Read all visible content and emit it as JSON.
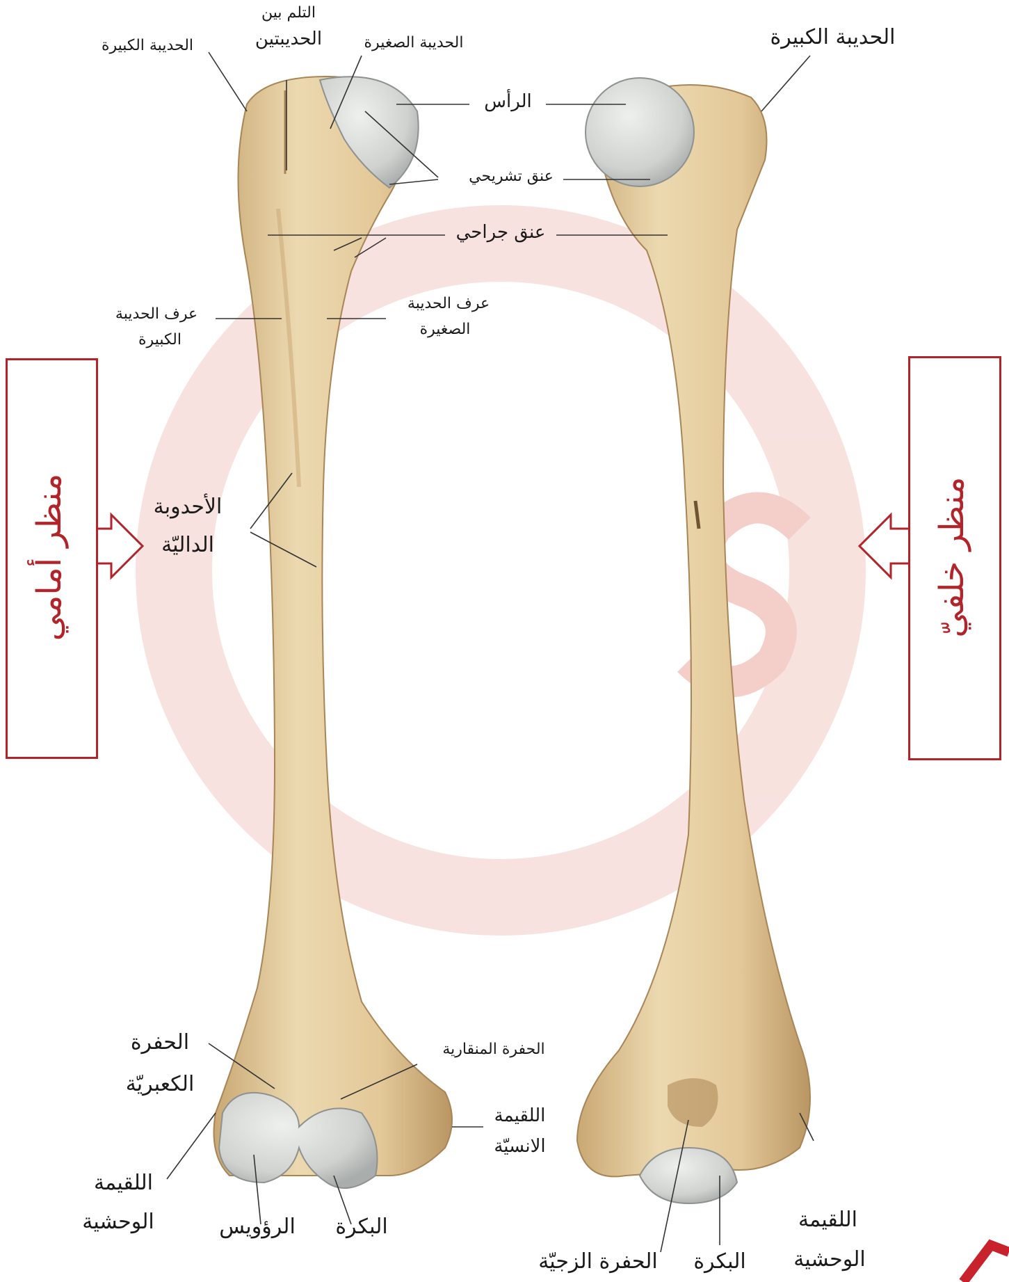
{
  "views": {
    "anterior": "منظر أمامي",
    "posterior": "منظر خلفيّ"
  },
  "labels": {
    "greater_tubercle_ant": "الحديبة الكبيرة",
    "intertubercular_1": "التلم بين",
    "intertubercular_2": "الحديبتين",
    "lesser_tubercle": "الحديبة الصغيرة",
    "greater_tubercle_post": "الحديبة الكبيرة",
    "head": "الرأس",
    "anatomical_neck": "عنق تشريحي",
    "surgical_neck": "عنق جراحي",
    "greater_crest_1": "عرف الحديبة",
    "greater_crest_2": "الكبيرة",
    "lesser_crest_1": "عرف الحديبة",
    "lesser_crest_2": "الصغيرة",
    "deltoid_1": "الأحدوبة",
    "deltoid_2": "الداليّة",
    "radial_fossa_1": "الحفرة",
    "radial_fossa_2": "الكعبريّة",
    "coronoid_fossa": "الحفرة المنقارية",
    "medial_epicondyle_1": "اللقيمة",
    "medial_epicondyle_2": "الانسيّة",
    "lateral_epicondyle_ant_1": "اللقيمة",
    "lateral_epicondyle_ant_2": "الوحشية",
    "capitulum": "الرؤويس",
    "trochlea_ant": "البكرة",
    "olecranon_fossa": "الحفرة الزجيّة",
    "trochlea_post": "البكرة",
    "lateral_epicondyle_post_1": "اللقيمة",
    "lateral_epicondyle_post_2": "الوحشية"
  },
  "colors": {
    "bone": "#e6cfa0",
    "bone_shade": "#c9a873",
    "cartilage": "#d5d8d6",
    "accent_red": "#b3232a",
    "watermark": "#f6dcd8"
  }
}
